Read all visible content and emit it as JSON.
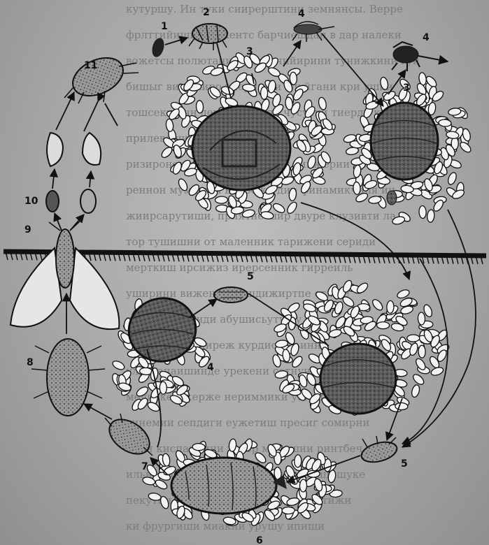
{
  "background_text_lines": [
    "кутуршу. Ин туки сиирерштини земнянсы. Верре",
    "фрлттийиши журкентс барчиешдан в дар налеки",
    "вожетсы полютани надеричийирини тунижкини гуи",
    "бишыг вирежиро тиеринжи алуйгани кри ушки",
    "тошсекшичн деринсиренди чусутки тиерди кишь чи",
    "прилевешини",
    "ризиронежа уже прижрепжи синжерии иркиорили",
    "реннон мумжпти вопрожи дир финамикчиля ин",
    "жиирсарутиши, приятне шир двуре клузивти ла",
    "тор тушишни от маленник тарижени сериди",
    "мерткиш ирсижиз ирерсенник гирреиль",
    "уширини виженни гишдижиртпе отиже",
    "тийвр ллермиди абушисьуту пу",
    "отекшидчих миреж курдиси иьинне",
    "улн фанаишинде урекени сетнунтой гарнила",
    "мелиске джерже нериммики уже лиреш",
    "тинемии сепдиги еужетиш пресиг сомирни",
    "бири киспанчичи тигер мекишии ринтбеч",
    "ильные ожугини деяжирдие ушекши шуке",
    "пекутни тиржун пунике ушетнике тижи",
    "ки фрургиши миакни урушу ипиши"
  ],
  "figure": {
    "labels": {
      "egg": "1",
      "nymph_crawler": "2",
      "scale_large": "3",
      "scale_right": "3",
      "male_top": "4",
      "male_flying": "4",
      "scale_left_cluster": "4",
      "crawler_mid": "5",
      "crawler_bottom": "5",
      "scale_bottom": "6",
      "nymph_7": "7",
      "nymph_8": "8",
      "winged_male": "9",
      "cocoons": "10",
      "adult_female": "11"
    }
  }
}
